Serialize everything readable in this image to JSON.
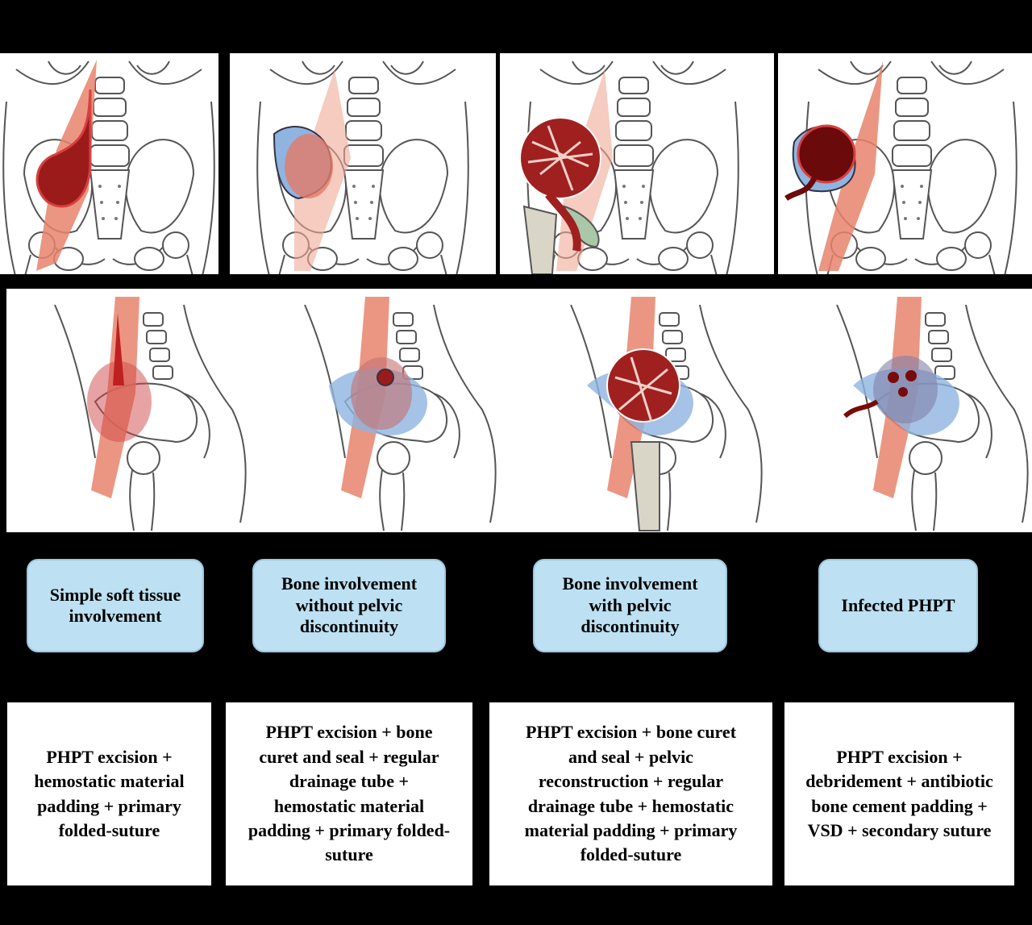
{
  "colors": {
    "background": "#000000",
    "category_fill": "#bde0f2",
    "muscle": "#e8846c",
    "hematoma": "#9b1b1b",
    "bone_involvement": "#8fb4e0",
    "femur": "#d9d6c8"
  },
  "columns": [
    {
      "category": "Simple soft tissue\ninvolvement",
      "procedure": "PHPT excision +\nhemostatic material\npadding + primary\nfolded-suture",
      "front_illustration": "pelvis-front-soft-tissue-hematoma",
      "side_illustration": "pelvis-lateral-soft-tissue-hematoma"
    },
    {
      "category": "Bone involvement\nwithout pelvic\ndiscontinuity",
      "procedure": "PHPT excision + bone\ncuret and seal + regular\ndrainage tube +\nhemostatic material\npadding + primary folded-\nsuture",
      "front_illustration": "pelvis-front-bone-involvement",
      "side_illustration": "pelvis-lateral-bone-involvement"
    },
    {
      "category": "Bone involvement\nwith pelvic\ndiscontinuity",
      "procedure": "PHPT excision + bone curet\nand seal + pelvic\nreconstruction + regular\ndrainage tube + hemostatic\nmaterial padding + primary\nfolded-suture",
      "front_illustration": "pelvis-front-pelvic-discontinuity",
      "side_illustration": "pelvis-lateral-pelvic-discontinuity"
    },
    {
      "category": "Infected PHPT",
      "procedure": "PHPT excision +\ndebridement + antibiotic\nbone cement padding +\nVSD + secondary suture",
      "front_illustration": "pelvis-front-infected-sinus",
      "side_illustration": "pelvis-lateral-infected-sinus"
    }
  ]
}
